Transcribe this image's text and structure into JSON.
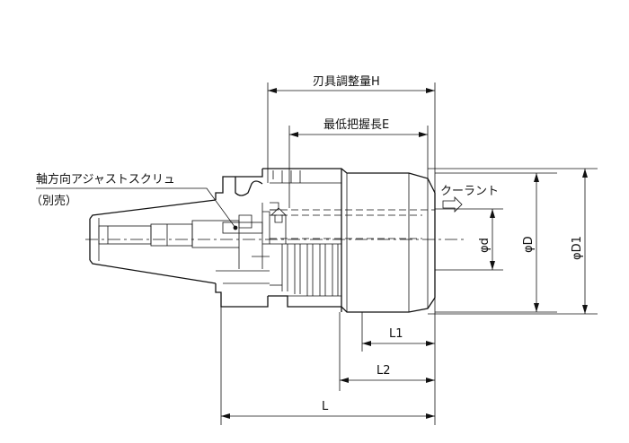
{
  "labels": {
    "blade_adjust": "刃具調整量H",
    "min_grip": "最低把握長E",
    "axial_screw": "軸方向アジャストスクリュ",
    "sold_separately": "（別売）",
    "coolant": "クーラント",
    "phi_d": "φd",
    "phi_D": "φD",
    "phi_D1": "φD1",
    "L1": "L1",
    "L2": "L2",
    "L": "L"
  }
}
